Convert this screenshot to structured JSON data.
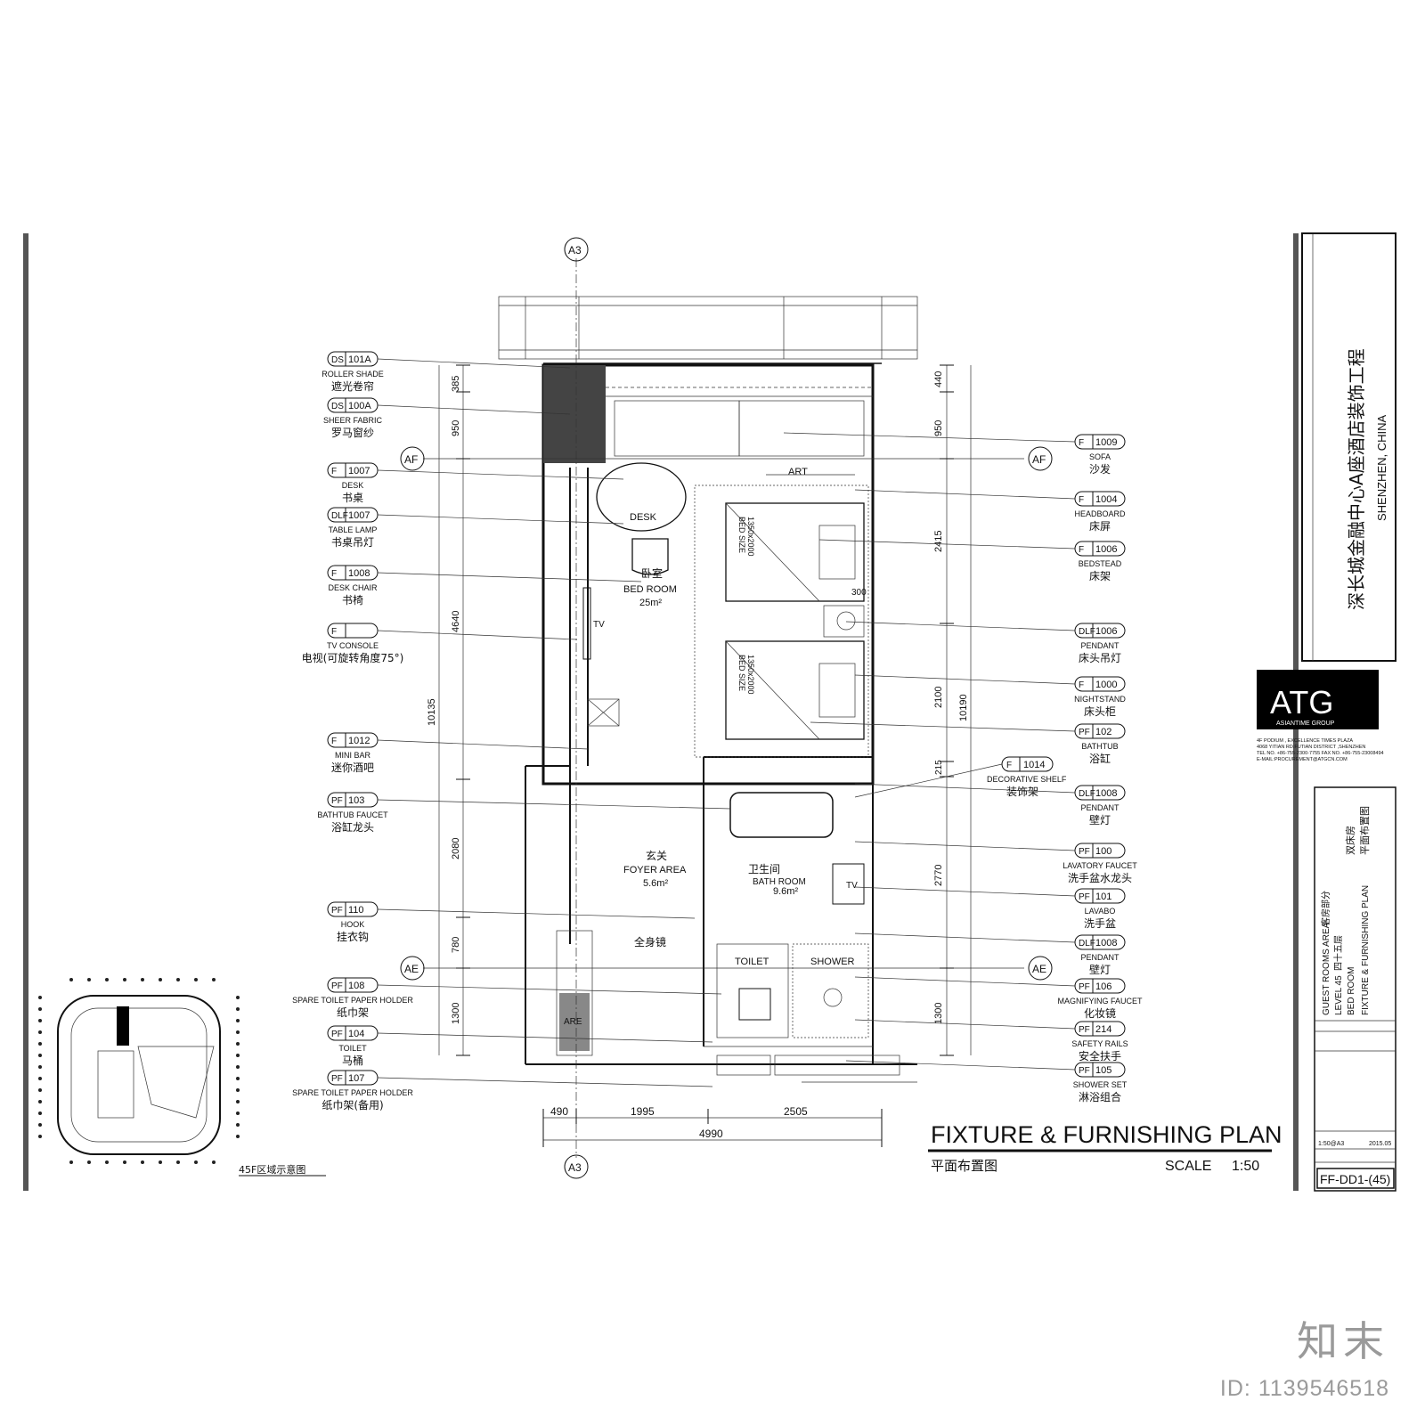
{
  "grid": {
    "vertical": "A3",
    "horizontal": [
      "AF",
      "AE"
    ]
  },
  "left_tags": [
    {
      "code": "DS",
      "num": "101A",
      "en": "ROLLER SHADE",
      "cn": "遮光卷帘"
    },
    {
      "code": "DS",
      "num": "100A",
      "en": "SHEER FABRIC",
      "cn": "罗马窗纱"
    },
    {
      "code": "F",
      "num": "1007",
      "en": "DESK",
      "cn": "书桌"
    },
    {
      "code": "DLF",
      "num": "1007",
      "en": "TABLE LAMP",
      "cn": "书桌吊灯"
    },
    {
      "code": "F",
      "num": "1008",
      "en": "DESK CHAIR",
      "cn": "书椅"
    },
    {
      "code": "F",
      "num": "",
      "en": "TV CONSOLE",
      "cn": "电视(可旋转角度75°)"
    },
    {
      "code": "F",
      "num": "1012",
      "en": "MINI BAR",
      "cn": "迷你酒吧"
    },
    {
      "code": "PF",
      "num": "103",
      "en": "BATHTUB FAUCET",
      "cn": "浴缸龙头"
    },
    {
      "code": "PF",
      "num": "110",
      "en": "HOOK",
      "cn": "挂衣钩"
    },
    {
      "code": "PF",
      "num": "108",
      "en": "SPARE TOILET PAPER HOLDER",
      "cn": "纸巾架"
    },
    {
      "code": "PF",
      "num": "104",
      "en": "TOILET",
      "cn": "马桶"
    },
    {
      "code": "PF",
      "num": "107",
      "en": "SPARE TOILET PAPER HOLDER",
      "cn": "纸巾架(备用)"
    }
  ],
  "right_tags": [
    {
      "code": "F",
      "num": "1009",
      "en": "SOFA",
      "cn": "沙发"
    },
    {
      "code": "F",
      "num": "1004",
      "en": "HEADBOARD",
      "cn": "床屏"
    },
    {
      "code": "F",
      "num": "1006",
      "en": "BEDSTEAD",
      "cn": "床架"
    },
    {
      "code": "DLF",
      "num": "1006",
      "en": "PENDANT",
      "cn": "床头吊灯"
    },
    {
      "code": "F",
      "num": "1000",
      "en": "NIGHTSTAND",
      "cn": "床头柜"
    },
    {
      "code": "PF",
      "num": "102",
      "en": "BATHTUB",
      "cn": "浴缸"
    },
    {
      "code": "DLF",
      "num": "1008",
      "en": "PENDANT",
      "cn": "壁灯"
    },
    {
      "code": "PF",
      "num": "100",
      "en": "LAVATORY FAUCET",
      "cn": "洗手盆水龙头"
    },
    {
      "code": "PF",
      "num": "101",
      "en": "LAVABO",
      "cn": "洗手盆"
    },
    {
      "code": "DLF",
      "num": "1008",
      "en": "PENDANT",
      "cn": "壁灯"
    },
    {
      "code": "PF",
      "num": "106",
      "en": "MAGNIFYING FAUCET",
      "cn": "化妆镜"
    },
    {
      "code": "PF",
      "num": "214",
      "en": "SAFETY RAILS",
      "cn": "安全扶手"
    },
    {
      "code": "PF",
      "num": "105",
      "en": "SHOWER SET",
      "cn": "淋浴组合"
    }
  ],
  "decorative_shelf": {
    "code": "F",
    "num": "1014",
    "en": "DECORATIVE SHELF",
    "cn": "装饰架"
  },
  "rooms": {
    "bedroom_cn": "卧室",
    "bedroom_en": "BED ROOM",
    "bedroom_area": "25m²",
    "foyer_cn": "玄关",
    "foyer_en": "FOYER AREA",
    "foyer_area": "5.6m²",
    "bath_cn": "卫生间",
    "bath_en": "BATH ROOM",
    "bath_area": "9.6m²",
    "mirror_cn": "全身镜",
    "desk": "DESK",
    "art": "ART",
    "tv": "TV",
    "tv2": "TV",
    "toilet": "TOILET",
    "shower": "SHOWER",
    "are": "ARE",
    "bed_size": "BED SIZE",
    "bed_dims": "1350x2000"
  },
  "dims_left": {
    "d385": "385",
    "d950": "950",
    "d4640": "4640",
    "d10135": "10135",
    "d2080": "2080",
    "d780": "780",
    "d1300": "1300"
  },
  "dims_right": {
    "d440": "440",
    "d950": "950",
    "d2415": "2415",
    "d2100": "2100",
    "d10190": "10190",
    "d215": "215",
    "d2770": "2770",
    "d1300": "1300",
    "d300": "300"
  },
  "dims_bottom": {
    "d490": "490",
    "d1995": "1995",
    "d2505": "2505",
    "d4990": "4990"
  },
  "plan_title": {
    "en": "FIXTURE & FURNISHING PLAN",
    "cn": "平面布置图",
    "scale_label": "SCALE",
    "scale_value": "1:50"
  },
  "keyplan_label": "45F区域示意图",
  "title_block": {
    "project_cn": "深长城金融中心A座酒店装饰工程",
    "location": "SHENZHEN, CHINA",
    "logo": "ATG",
    "logo_sub": "ASIANTIME GROUP",
    "address": [
      "4F PODIUM , EXCELLENCE TIMES PLAZA",
      "4068 YITIAN RD.FUTIAN DISTRICT ,SHENZHEN",
      "TEL NO. +86-755-2300-7755    FAX NO. +86-755-23008494",
      "E-MAIL:PROCUREMENT@ATGCN.COM"
    ],
    "area_en": "GUEST ROOMS AREA",
    "area_cn": "客房部分",
    "level_en": "LEVEL 45",
    "level_cn": "四十五层",
    "room_en": "BED ROOM",
    "room_cn": "双床房",
    "drawing_en": "FIXTURE & FURNISHING PLAN",
    "drawing_cn": "平面布置图",
    "scale": "1:50@A3",
    "date": "2015.05",
    "drawing_no": "FF-DD1-(45)"
  },
  "watermark": {
    "brand": "知末",
    "id": "ID: 1139546518"
  }
}
